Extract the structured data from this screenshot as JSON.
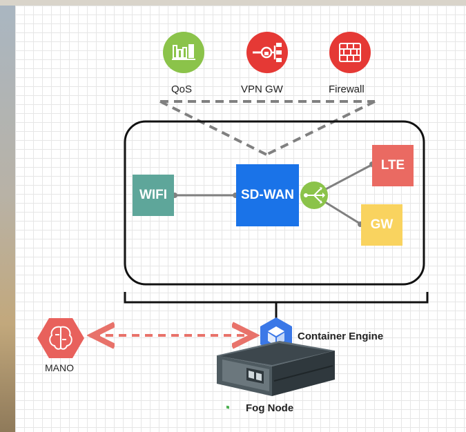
{
  "services": {
    "qos": {
      "label": "QoS",
      "color": "#8bc34a"
    },
    "vpn": {
      "label": "VPN GW",
      "color": "#e53935"
    },
    "firewall": {
      "label": "Firewall",
      "color": "#e53935"
    }
  },
  "nodes": {
    "wifi": {
      "label": "WIFI",
      "color": "#5ea69a"
    },
    "sdwan": {
      "label": "SD-WAN",
      "color": "#1a73e8"
    },
    "lte": {
      "label": "LTE",
      "color": "#ea6a62"
    },
    "gw": {
      "label": "GW",
      "color": "#f9d35f"
    },
    "splitter": {
      "color": "#8bc34a"
    }
  },
  "mano": {
    "label": "MANO",
    "color": "#e8615c"
  },
  "container_engine": {
    "label": "Container Engine",
    "color": "#3b78e7"
  },
  "fog_node": {
    "label": "Fog Node"
  },
  "link_color": {
    "solid": "#808080",
    "service_dashed": "#808080",
    "mano_dashed": "#e8726a"
  }
}
